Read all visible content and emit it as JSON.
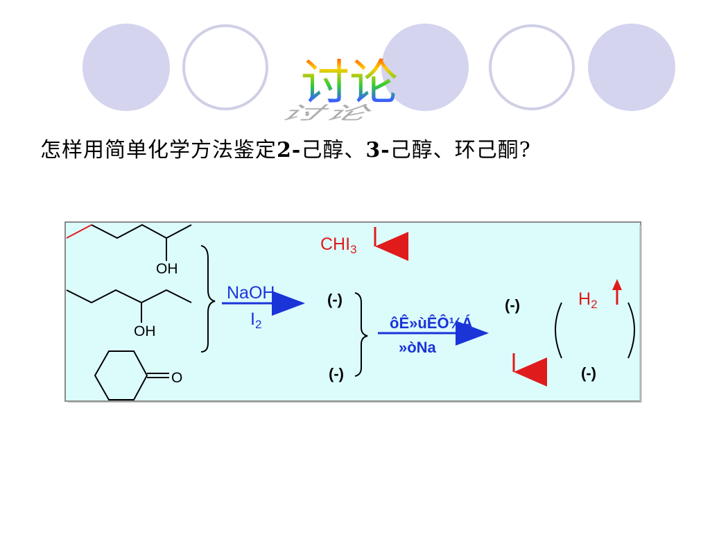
{
  "slide": {
    "title": "讨论",
    "question_parts": [
      "怎样用简单化学方法鉴定",
      "2-",
      "己醇、",
      "3-",
      "己醇、环己酮?"
    ],
    "background_colors": {
      "filled_circle": "#d4d4ef",
      "outline_circle": "#cfcfe6",
      "panel": "#dcfbfb",
      "panel_border": "#8a8a8a"
    }
  },
  "diagram": {
    "molecule1_label": "OH",
    "molecule2_label": "OH",
    "molecule3_label": "O",
    "reagent1_top": "NaOH",
    "reagent1_bottom_main": "I",
    "reagent1_bottom_sub": "2",
    "precipitate_main": "CHI",
    "precipitate_sub": "3",
    "result1_top": "(-)",
    "result1_bottom": "(-)",
    "reagent2_top": "ôÊ»ùÊÔ¼Á",
    "reagent2_bottom": "»òNa",
    "result2_top": "(-)",
    "gas_main": "H",
    "gas_sub": "2",
    "result3_bottom": "(-)",
    "colors": {
      "blue": "#1a34d8",
      "red": "#e01b1b",
      "black": "#000000"
    }
  }
}
